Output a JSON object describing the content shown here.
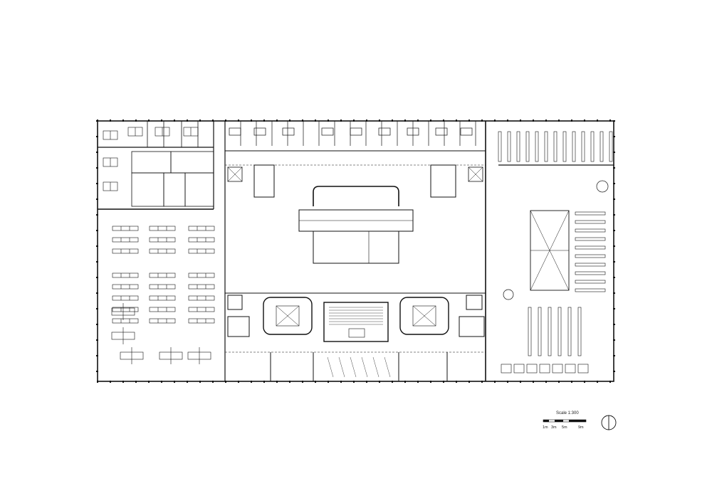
{
  "scale": {
    "label": "Scale 1:300",
    "ticks": [
      "1m",
      "3m",
      "5m",
      "9m"
    ]
  },
  "colors": {
    "ink": "#111111",
    "paper": "#ffffff",
    "light": "#888888"
  },
  "icons": {
    "north": "north-arrow-icon"
  }
}
